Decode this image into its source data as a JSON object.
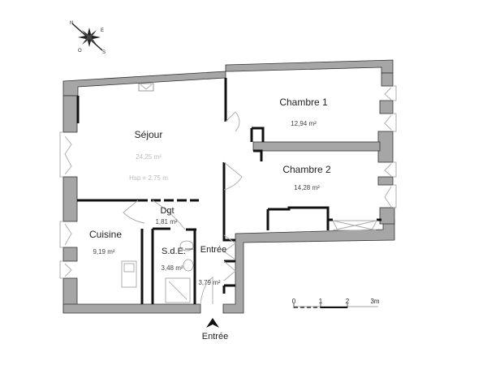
{
  "compass": {
    "n": "N",
    "e": "E",
    "s": "S",
    "o": "O"
  },
  "rooms": [
    {
      "id": "sejour",
      "name": "Séjour",
      "area": "24,25 m²",
      "extra": "Hsp = 2,75 m"
    },
    {
      "id": "chambre1",
      "name": "Chambre 1",
      "area": "12,94 m²"
    },
    {
      "id": "chambre2",
      "name": "Chambre 2",
      "area": "14,28 m²"
    },
    {
      "id": "cuisine",
      "name": "Cuisine",
      "area": "9,19 m²"
    },
    {
      "id": "dgt",
      "name": "Dgt",
      "area": "1,81 m²"
    },
    {
      "id": "sde",
      "name": "S.d.E.",
      "area": "3,48 m²"
    },
    {
      "id": "entree",
      "name": "Entrée",
      "area": "3,79 m²"
    }
  ],
  "entrance_label": "Entrée",
  "scale": {
    "ticks": [
      "0",
      "1",
      "2",
      "3m"
    ]
  },
  "colors": {
    "wall": "#a6a6a6",
    "partition": "#111111"
  }
}
